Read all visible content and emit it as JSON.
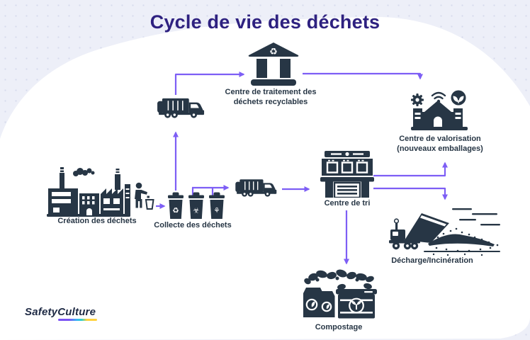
{
  "title": "Cycle de vie des déchets",
  "brand": {
    "name_part1": "Safety",
    "name_part2": "Culture"
  },
  "colors": {
    "title_indigo": "#2e2180",
    "icon_dark_navy": "#273645",
    "arrow_purple": "#7d5ef5",
    "background_lavender": "#edeff8",
    "card_white": "#ffffff",
    "logo_navy": "#1f2b45",
    "logo_underline_gradient": [
      "#7a52f4",
      "#38b6f6",
      "#ffd23f"
    ]
  },
  "glyphs": {
    "recycle": "♻",
    "biohazard": "☣",
    "plant": "⚘"
  },
  "nodes": {
    "creation": {
      "label": "Création des déchets",
      "icon": "factory-icon"
    },
    "collecte": {
      "label": "Collecte des déchets",
      "icon": "three-waste-bins-icon"
    },
    "traitement": {
      "label_line1": "Centre de traitement des",
      "label_line2": "déchets recyclables",
      "icon": "recycling-bank-building-icon"
    },
    "valorisation": {
      "label_line1": "Centre de valorisation",
      "label_line2": "(nouveaux emballages)",
      "icon": "eco-factory-building-icon"
    },
    "tri": {
      "label": "Centre de tri",
      "icon": "sorting-warehouse-icon"
    },
    "decharge": {
      "label": "Décharge/Incinération",
      "icon": "dump-truck-landfill-icon"
    },
    "compostage": {
      "label": "Compostage",
      "icon": "compost-bins-icon"
    }
  },
  "other_icons": [
    "person-throwing-waste-icon",
    "garbage-truck-icon",
    "garbage-truck-icon"
  ],
  "edges": [
    {
      "from": "creation",
      "to": "collecte"
    },
    {
      "from": "collecte",
      "to": "traitement",
      "via": "garbage-truck"
    },
    {
      "from": "traitement",
      "to": "valorisation"
    },
    {
      "from": "collecte",
      "to": "tri",
      "via": "garbage-truck"
    },
    {
      "from": "tri",
      "to": "valorisation"
    },
    {
      "from": "tri",
      "to": "decharge"
    },
    {
      "from": "tri",
      "to": "compostage"
    }
  ]
}
